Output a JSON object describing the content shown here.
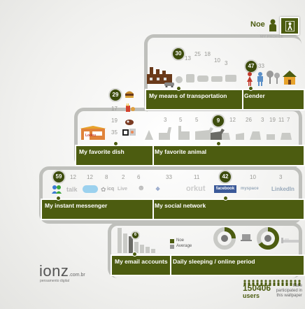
{
  "profile": {
    "name": "Noe",
    "subtitle": "MY PROFILE",
    "icon": "person-icon"
  },
  "transport": {
    "label": "My means of transportation",
    "selected": "30",
    "counts": [
      "13",
      "25",
      "18",
      "10",
      "3"
    ]
  },
  "gender": {
    "label": "Gender",
    "selected": "47",
    "other": "33"
  },
  "dish": {
    "label": "My favorite dish",
    "selected": "29",
    "counts": [
      "17",
      "19",
      "35"
    ],
    "restaurant_sign": "Lodeu"
  },
  "animal": {
    "label": "My favorite animal",
    "selected": "9",
    "counts": [
      "3",
      "5",
      "5",
      "12",
      "26",
      "3",
      "19",
      "11",
      "7"
    ]
  },
  "messenger": {
    "label": "My instant messenger",
    "selected": "59",
    "counts": [
      "12",
      "12",
      "8",
      "2",
      "6"
    ],
    "brands": [
      "talk",
      "icq",
      "Live"
    ]
  },
  "social": {
    "label": "My social network",
    "selected": "42",
    "counts": [
      "33",
      "11",
      "10",
      "3"
    ],
    "brands": [
      "orkut",
      "facebook",
      "myspace",
      "LinkedIn"
    ]
  },
  "email": {
    "label": "My email accounts",
    "selected": "6",
    "legend_noe": "Noe",
    "legend_avg": "Average"
  },
  "sleep": {
    "label": "Daily sleeping / online period"
  },
  "footer": {
    "logo": "ionz",
    "logo_suffix": ".com.br",
    "tagline": "pensamento digital",
    "users_count": "150406",
    "users_label": "users",
    "participated": "have participated in this wallpaper"
  },
  "colors": {
    "accent": "#4c5c10",
    "pipe": "#bfc0bc",
    "muted": "#c9cac6"
  }
}
